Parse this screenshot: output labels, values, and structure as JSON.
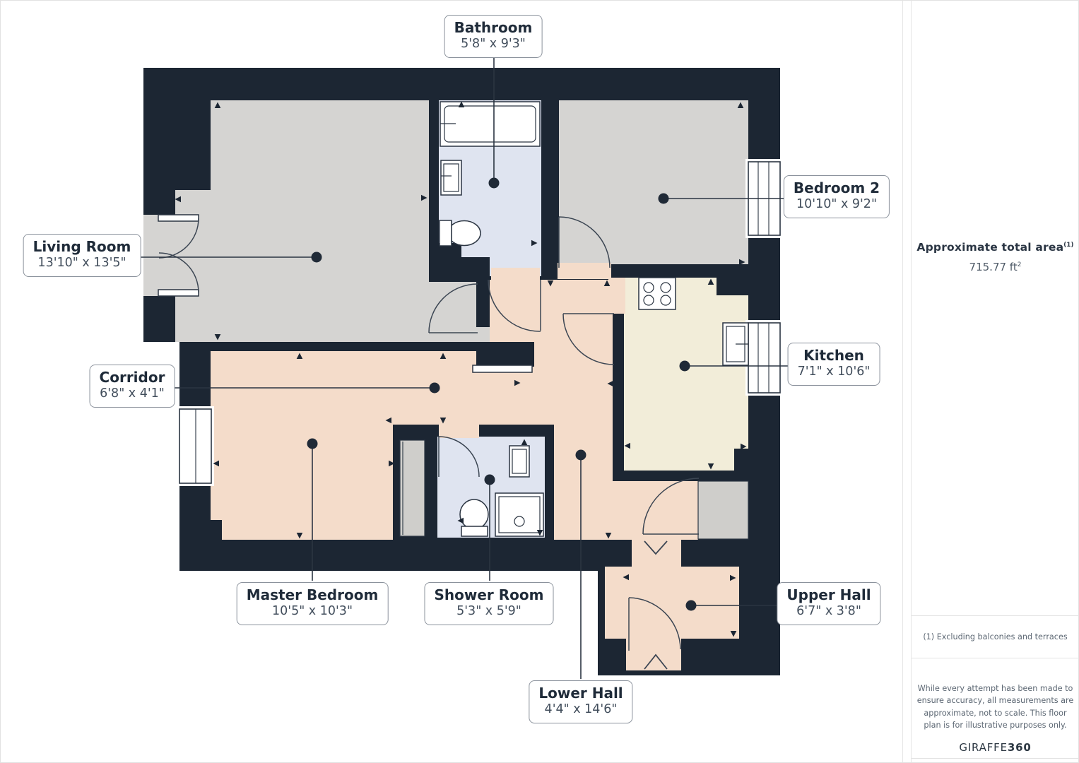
{
  "rooms": [
    {
      "id": "bathroom",
      "name": "Bathroom",
      "dims": "5'8\" x 9'3\""
    },
    {
      "id": "living-room",
      "name": "Living Room",
      "dims": "13'10\" x 13'5\""
    },
    {
      "id": "bedroom-2",
      "name": "Bedroom 2",
      "dims": "10'10\" x 9'2\""
    },
    {
      "id": "corridor",
      "name": "Corridor",
      "dims": "6'8\" x 4'1\""
    },
    {
      "id": "kitchen",
      "name": "Kitchen",
      "dims": "7'1\" x 10'6\""
    },
    {
      "id": "master-bedroom",
      "name": "Master Bedroom",
      "dims": "10'5\" x 10'3\""
    },
    {
      "id": "shower-room",
      "name": "Shower Room",
      "dims": "5'3\" x 5'9\""
    },
    {
      "id": "upper-hall",
      "name": "Upper Hall",
      "dims": "6'7\" x 3'8\""
    },
    {
      "id": "lower-hall",
      "name": "Lower Hall",
      "dims": "4'4\" x 14'6\""
    }
  ],
  "sidebar": {
    "area_title": "Approximate total area",
    "area_note_ref": "(1)",
    "area_value": "715.77 ft",
    "area_value_sup": "2",
    "footnote": "(1) Excluding balconies and terraces",
    "disclaimer": "While every attempt has been made to ensure accuracy, all measurements are approximate, not to scale. This floor plan is for illustrative purposes only.",
    "brand_name": "GIRAFFE",
    "brand_suffix": "360"
  },
  "colors": {
    "wall": "#1c2633",
    "room_gray": "#d5d4d2",
    "room_peach": "#f4dcca",
    "room_cream": "#f2edd9",
    "room_blue": "#dfe4f0",
    "closet_gray": "#cfcecb",
    "line": "#2b3542"
  }
}
